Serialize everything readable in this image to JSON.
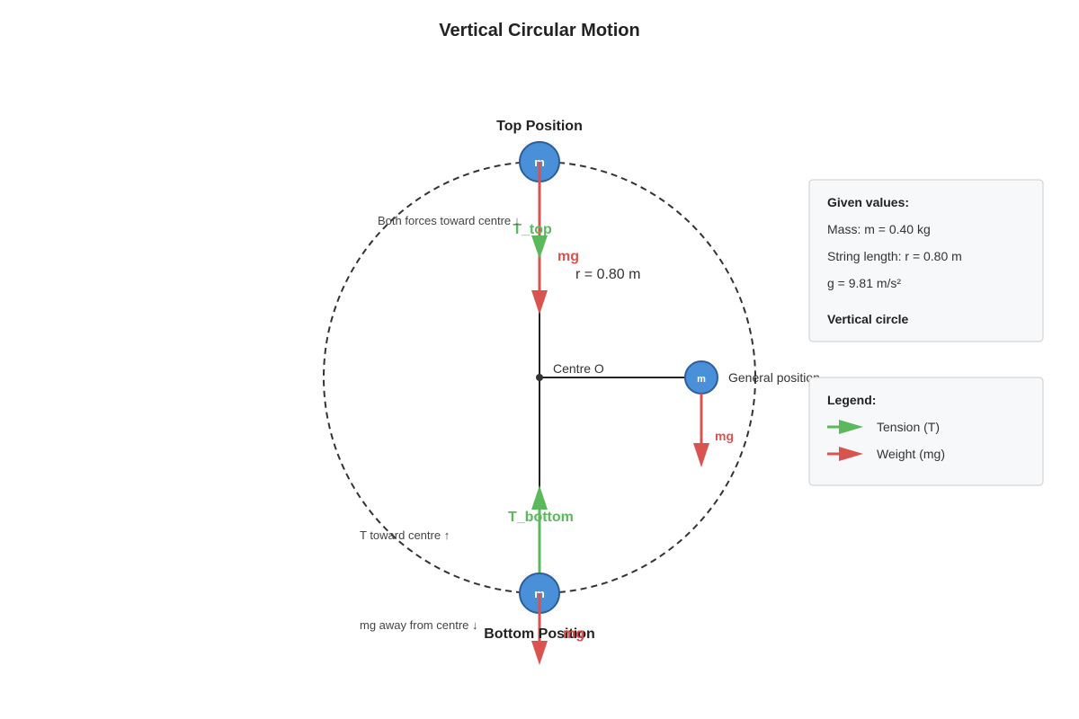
{
  "title": "Vertical Circular Motion",
  "positions": {
    "top": "Top Position",
    "bottom": "Bottom Position",
    "general": "General position"
  },
  "mass_symbol": "m",
  "centre_label": "Centre O",
  "radius_label": "r = 0.80 m",
  "forces": {
    "t_top": "T_top",
    "t_bottom": "T_bottom",
    "mg_top": "mg",
    "mg_bottom": "mg",
    "mg_general": "mg"
  },
  "notes": {
    "top": "Both forces toward centre ↓",
    "bottom_t": "T toward centre ↑",
    "bottom_mg": "mg away from centre ↓"
  },
  "given_panel": {
    "heading": "Given values:",
    "lines": [
      "Mass: m = 0.40 kg",
      "String length: r = 0.80 m",
      "g = 9.81 m/s²"
    ],
    "footer": "Vertical circle"
  },
  "legend": {
    "heading": "Legend:",
    "items": [
      {
        "label": "Tension (T)",
        "color": "#5cb85c"
      },
      {
        "label": "Weight (mg)",
        "color": "#d9534f"
      }
    ]
  },
  "colors": {
    "tension": "#5cb85c",
    "weight": "#d9534f",
    "mass_fill": "#4a90d9",
    "mass_stroke": "#2c5f9e"
  }
}
